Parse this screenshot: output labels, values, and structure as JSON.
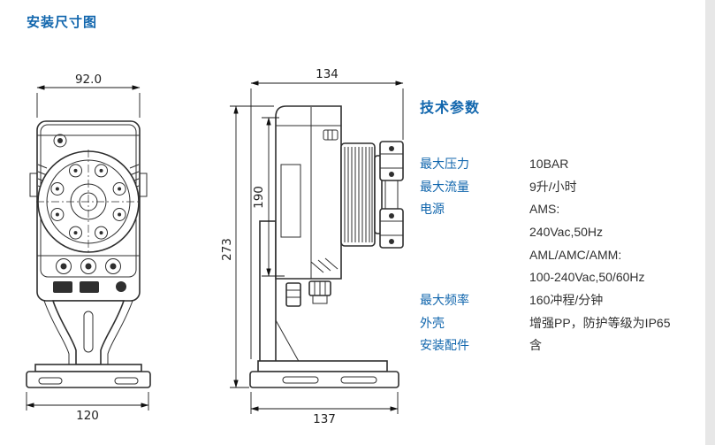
{
  "page": {
    "title": "安装尺寸图",
    "accent_color": "#1166ad"
  },
  "dimensions": {
    "front_top_width": "92.0",
    "front_bottom_width": "120",
    "side_top_depth": "134",
    "total_height": "273",
    "body_height": "190",
    "side_bottom_depth": "137"
  },
  "specs": {
    "title": "技术参数",
    "rows": [
      {
        "label": "最大压力",
        "value": "10BAR"
      },
      {
        "label": "最大流量",
        "value": "9升/小时"
      },
      {
        "label": "电源",
        "value": "AMS:"
      },
      {
        "label": "",
        "value": "240Vac,50Hz"
      },
      {
        "label": "",
        "value": "AML/AMC/AMM:"
      },
      {
        "label": "",
        "value": "100-240Vac,50/60Hz"
      },
      {
        "label": "最大频率",
        "value": "160冲程/分钟"
      },
      {
        "label": "外壳",
        "value": "增强PP，防护等级为IP65"
      },
      {
        "label": "安装配件",
        "value": "含"
      }
    ]
  }
}
